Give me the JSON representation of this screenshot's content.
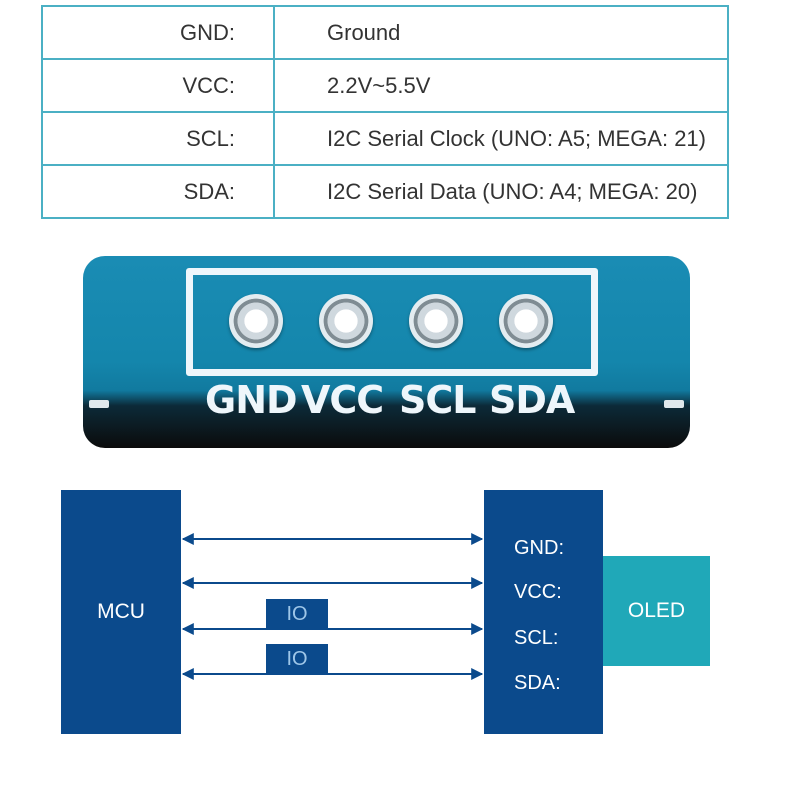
{
  "pin_table": {
    "rows": [
      {
        "name": "GND:",
        "desc": "Ground"
      },
      {
        "name": "VCC:",
        "desc": "2.2V~5.5V"
      },
      {
        "name": "SCL:",
        "desc": "I2C Serial Clock (UNO: A5; MEGA: 21)"
      },
      {
        "name": "SDA:",
        "desc": "I2C Serial Data (UNO: A4; MEGA: 20)"
      }
    ]
  },
  "board": {
    "silkscreen": [
      "GND",
      "VCC",
      "SCL",
      "SDA"
    ],
    "colors": {
      "pcb": "#1486ac",
      "silkscreen": "#eef6fb"
    }
  },
  "diagram": {
    "mcu_label": "MCU",
    "oled_label": "OLED",
    "pins": [
      "GND:",
      "VCC:",
      "SCL:",
      "SDA:"
    ],
    "io_labels": [
      "IO",
      "IO"
    ],
    "colors": {
      "block": "#0b4a8c",
      "oled": "#20a8b8",
      "line": "#0b4a8c",
      "table_border": "#4bb0c4"
    }
  }
}
